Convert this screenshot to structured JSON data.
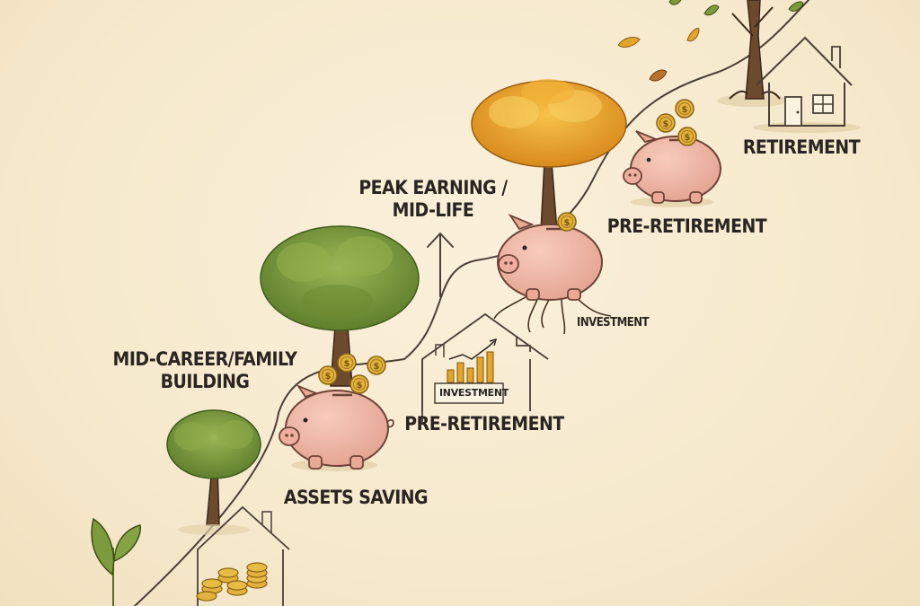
{
  "stages": {
    "mid_career": "MID-CAREER/FAMILY\nBUILDING",
    "assets_saving": "ASSETS SAVING",
    "peak_earning": "PEAK EARNING /\nMID-LIFE",
    "pre_retirement_lower": "PRE-RETIREMENT",
    "pre_retirement_upper": "PRE-RETIREMENT",
    "retirement": "RETIREMENT",
    "investment_roots": "INVESTMENT"
  },
  "signs": {
    "house_investment": "INVESTMENT"
  },
  "icons": [
    "sprout-icon",
    "young-tree-icon",
    "house-icon",
    "coin-stack-icon",
    "green-tree-icon",
    "piggy-bank-icon",
    "coin-icon",
    "investment-house-icon",
    "growth-chart-icon",
    "arrow-up-icon",
    "orange-tree-icon",
    "bare-tree-icon",
    "retirement-house-icon",
    "falling-leaf-icon",
    "growth-path-icon"
  ],
  "colors": {
    "background": "#f7ecd2",
    "ink": "#2b2522",
    "tree_green": "#7d9a3c",
    "tree_orange": "#e9a62b",
    "piggy": "#efb8a8",
    "coin": "#e3b23c"
  }
}
